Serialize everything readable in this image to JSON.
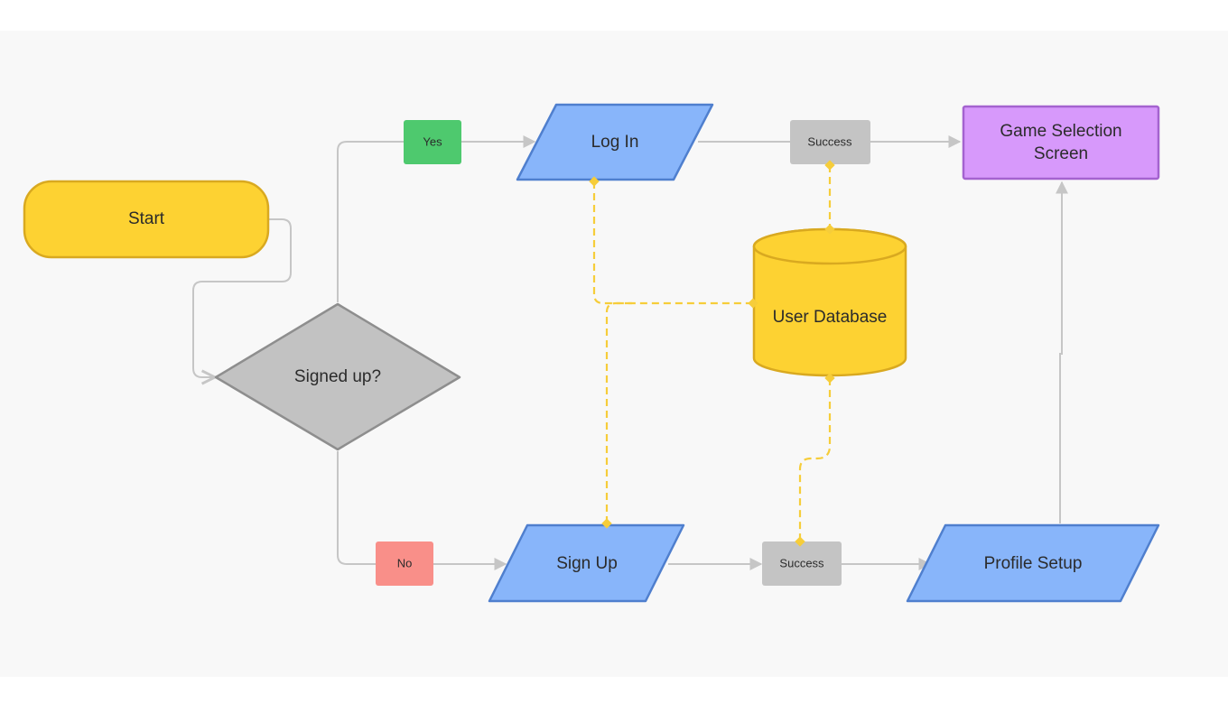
{
  "nodes": {
    "start": "Start",
    "decision": "Signed up?",
    "yes": "Yes",
    "no": "No",
    "login": "Log In",
    "signup": "Sign Up",
    "success_top": "Success",
    "success_bottom": "Success",
    "database": "User Database",
    "profile": "Profile Setup",
    "game_line1": "Game Selection",
    "game_line2": "Screen"
  },
  "colors": {
    "start_fill": "#fdd232",
    "start_stroke": "#d9a920",
    "decision_fill": "#c2c2c2",
    "decision_stroke": "#8e8e8e",
    "yes_fill": "#4ec96e",
    "no_fill": "#f98f89",
    "io_fill": "#88b5fa",
    "io_stroke": "#4f7fce",
    "success_fill": "#c4c4c4",
    "db_fill": "#fdd232",
    "db_stroke": "#d9a920",
    "game_fill": "#d799fb",
    "game_stroke": "#a463cf",
    "connector": "#c6c6c6",
    "db_link": "#f6cd3a"
  }
}
